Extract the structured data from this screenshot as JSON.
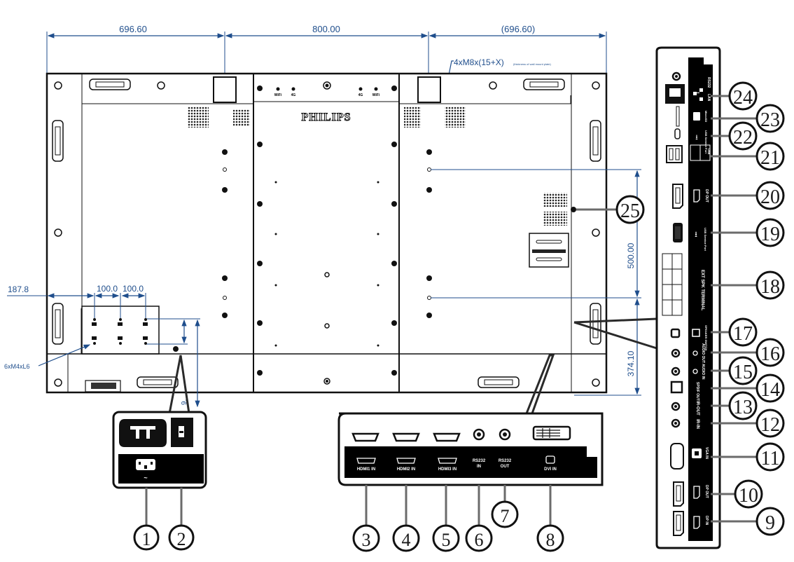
{
  "title": "Rear panel dimensions and connectors",
  "brand": "PHILIPS",
  "colors": {
    "dimension": "#1f4e8c",
    "outline": "#111111",
    "leader": "#6b6b6b",
    "callout": "#1a1a1a"
  },
  "dimensions": {
    "top_left": "696.60",
    "top_middle": "800.00",
    "top_right": "(696.60)",
    "left_offset": "187.8",
    "hole_spacing_1": "100.0",
    "hole_spacing_2": "100.0",
    "vertical_spacing": "500.00",
    "bottom_offset": "374.10",
    "small_partial": "9."
  },
  "annotations": {
    "wall_mount_screws": "4xM8x(15+X)",
    "wall_mount_note": "(thickness of wall mount plate)",
    "small_screws": "6xM4xL6",
    "antenna_labels": [
      "WiFi",
      "4G",
      "4G",
      "WiFi"
    ]
  },
  "callouts": {
    "power": [
      {
        "num": "1",
        "label": "~",
        "icon": "ac-power-inlet-icon"
      },
      {
        "num": "2",
        "label": "",
        "icon": "power-switch-icon"
      }
    ],
    "bottom": [
      {
        "num": "3",
        "label": "HDMI1 IN",
        "icon": "hdmi-port-icon"
      },
      {
        "num": "4",
        "label": "HDMI2 IN",
        "icon": "hdmi-port-icon"
      },
      {
        "num": "5",
        "label": "HDMI3 IN",
        "icon": "hdmi-port-icon"
      },
      {
        "num": "6",
        "label_top": "RS232",
        "label": "IN",
        "icon": "jack-icon"
      },
      {
        "num": "7",
        "label_top": "RS232",
        "label": "OUT",
        "icon": "jack-icon"
      },
      {
        "num": "8",
        "label": "DVI IN",
        "icon": "dvi-port-icon"
      }
    ],
    "side": [
      {
        "num": "24",
        "label": "LAN",
        "label_top": "RS232",
        "icon": "lan-icon"
      },
      {
        "num": "23",
        "label": "MicroSD",
        "icon": "sd-card-icon"
      },
      {
        "num": "22",
        "label": "USB Service Port",
        "icon": "usb-icon"
      },
      {
        "num": "21",
        "label": "USB",
        "icon": "usb-icon"
      },
      {
        "num": "20",
        "label": "DP OUT",
        "icon": "displayport-icon"
      },
      {
        "num": "19",
        "label": "USB Service Port",
        "icon": "usb-icon"
      },
      {
        "num": "18",
        "label": "EXT SPK TERMINAL",
        "icon": "speaker-terminal-icon"
      },
      {
        "num": "17",
        "label": "SPEAKER SWITCH",
        "icon": "switch-icon"
      },
      {
        "num": "16",
        "label": "AUDIO OUT",
        "icon": "audio-out-icon"
      },
      {
        "num": "15",
        "label": "AUDIO IN",
        "icon": "audio-in-icon"
      },
      {
        "num": "14",
        "label": "SPDIF OUT",
        "icon": "spdif-icon"
      },
      {
        "num": "13",
        "label": "IR-OUT",
        "icon": "ir-icon"
      },
      {
        "num": "12",
        "label": "IR-IN",
        "icon": "ir-icon"
      },
      {
        "num": "11",
        "label": "VGA IN",
        "icon": "vga-icon"
      },
      {
        "num": "10",
        "label": "DP OUT",
        "icon": "displayport-icon"
      },
      {
        "num": "9",
        "label": "DP IN",
        "icon": "displayport-icon"
      }
    ],
    "vent": {
      "num": "25"
    }
  }
}
